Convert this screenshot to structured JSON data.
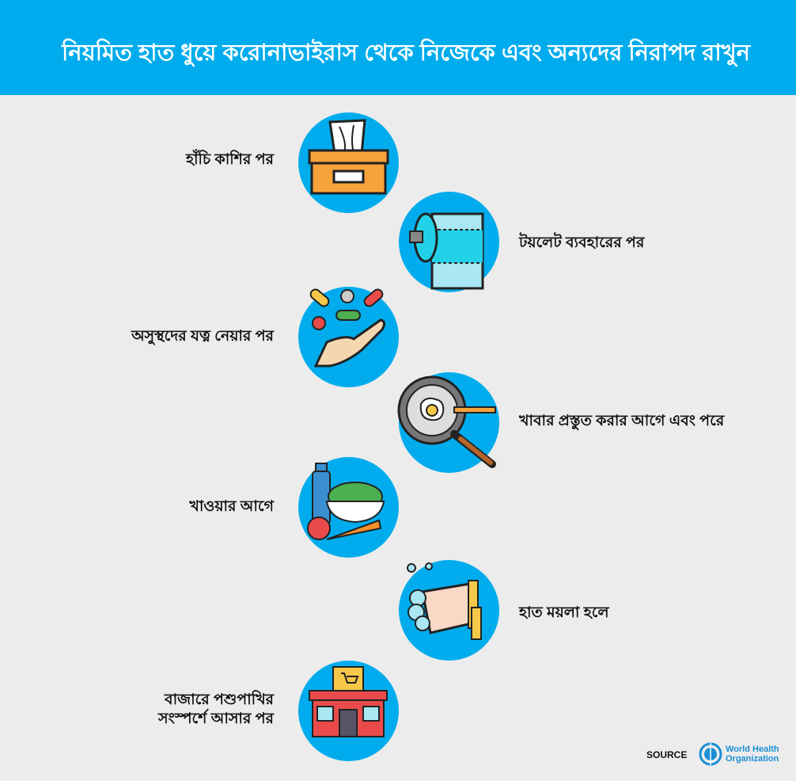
{
  "header": {
    "title": "নিয়মিত হাত ধুয়ে করোনাভাইরাস থেকে নিজেকে এবং অন্যদের নিরাপদ রাখুন"
  },
  "items": [
    {
      "label": "হাঁচি কাশির পর",
      "icon": "tissue-box-icon"
    },
    {
      "label": "টয়লেট ব্যবহারের পর",
      "icon": "toilet-paper-icon"
    },
    {
      "label": "অসুস্থদের যত্ন নেয়ার পর",
      "icon": "medicine-hand-icon"
    },
    {
      "label": "খাবার প্রস্তুত করার আগে এবং পরে",
      "icon": "frying-pan-icon"
    },
    {
      "label": "খাওয়ার আগে",
      "icon": "food-icon"
    },
    {
      "label": "হাত ময়লা হলে",
      "icon": "hand-washing-icon"
    },
    {
      "label_line1": "বাজারে পশুপাখির",
      "label_line2": "সংস্পর্শে আসার পর",
      "icon": "market-icon"
    }
  ],
  "footer": {
    "source_label": "SOURCE",
    "org_line1": "World Health",
    "org_line2": "Organization"
  },
  "colors": {
    "accent": "#00aced",
    "background": "#ececec"
  }
}
